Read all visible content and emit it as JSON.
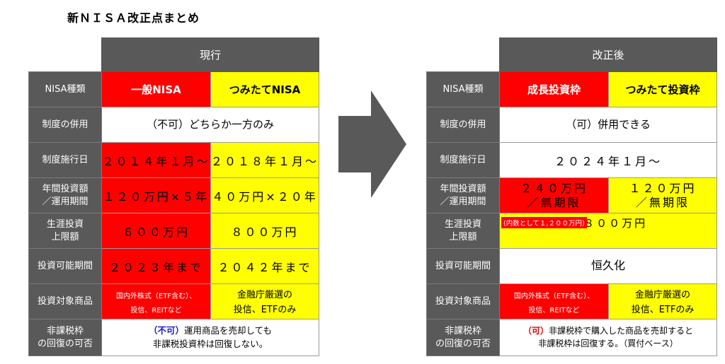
{
  "title": "新ＮＩＳＡ改正点まとめ",
  "left": {
    "header": "現行",
    "rows": {
      "type": {
        "label": "NISA種類",
        "a": "一般NISA",
        "b": "つみたてNISA"
      },
      "combo": {
        "label": "制度の併用",
        "value": "（不可）どちらか一方のみ"
      },
      "start": {
        "label": "制度施行日",
        "a": "２０１４年１月～",
        "b": "２０１８年１月～"
      },
      "annual": {
        "label": "年間投資額\n／運用期間",
        "a": "１２０万円×５年",
        "b": "４０万円×２０年"
      },
      "lifetime": {
        "label": "生涯投資\n上限額",
        "a": "６００万円",
        "b": "８００万円"
      },
      "period": {
        "label": "投資可能期間",
        "a": "２０２３年まで",
        "b": "２０４２年まで"
      },
      "products": {
        "label": "投資対象商品",
        "a": "国内外株式（ETF含む）、\n投信、REITなど",
        "b": "金融庁厳選の\n投信、ETFのみ"
      },
      "recover": {
        "label": "非課税枠\nの回復の可否",
        "tag": "（不可）",
        "text1": "運用商品を売却しても",
        "text2": "非課税投資枠は回復しない。"
      }
    }
  },
  "right": {
    "header": "改正後",
    "rows": {
      "type": {
        "label": "NISA種類",
        "a": "成長投資枠",
        "b": "つみたて投資枠"
      },
      "combo": {
        "label": "制度の併用",
        "value": "（可）併用できる"
      },
      "start": {
        "label": "制度施行日",
        "value": "２０２４年１月～"
      },
      "annual": {
        "label": "年間投資額\n／運用期間",
        "a": "２４０万円\n／無期限",
        "b": "１２０万円\n／無期限"
      },
      "lifetime": {
        "label": "生涯投資\n上限額",
        "value": "1,８００万円",
        "sub": "(内数として１,２００万円)"
      },
      "period": {
        "label": "投資可能期間",
        "value": "恒久化"
      },
      "products": {
        "label": "投資対象商品",
        "a": "国内外株式（ETF含む）、\n投信、REITなど",
        "b": "金融庁厳選の\n投信、ETFのみ"
      },
      "recover": {
        "label": "非課税枠\nの回復の可否",
        "tag": "（可）",
        "text1": "非課税枠で購入した商品を売却すると",
        "text2": "非課税枠は回復する。（買付ベース）"
      }
    }
  },
  "colors": {
    "header": "#595959",
    "red": "#ff0000",
    "yellow": "#ffff00",
    "arrow": "#595959"
  },
  "arrow_icon": "right-arrow-icon"
}
